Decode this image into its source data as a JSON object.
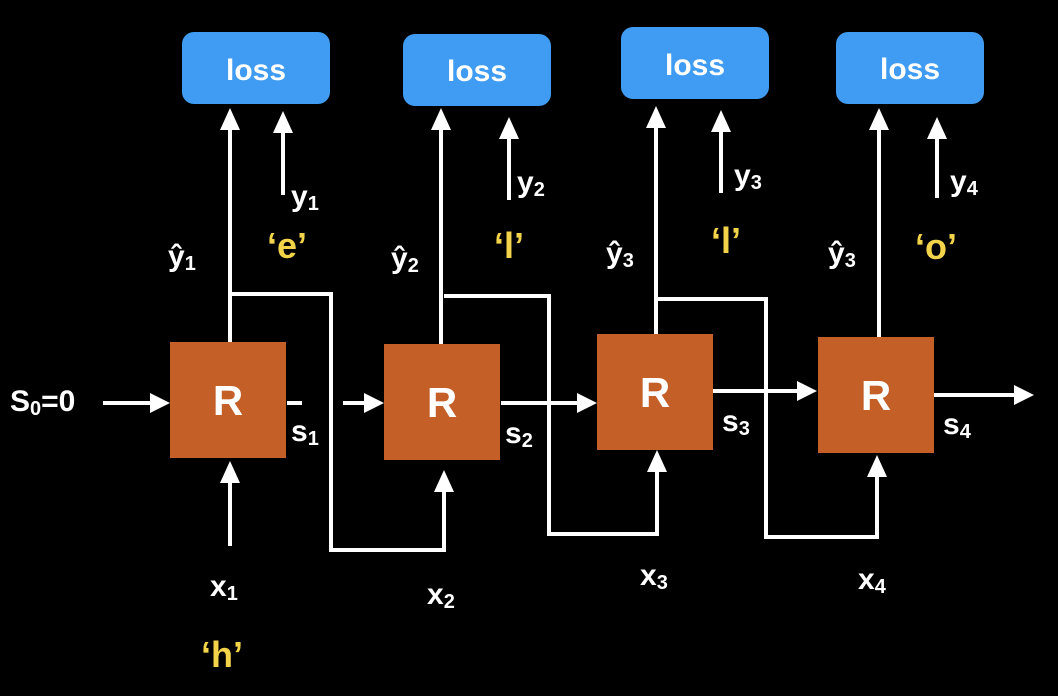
{
  "loss_labels": [
    "loss",
    "loss",
    "loss",
    "loss"
  ],
  "cell_label": "R",
  "initial_state": {
    "base": "S",
    "sub": "0",
    "suffix": "=0"
  },
  "states": [
    {
      "base": "s",
      "sub": "1"
    },
    {
      "base": "s",
      "sub": "2"
    },
    {
      "base": "s",
      "sub": "3"
    },
    {
      "base": "s",
      "sub": "4"
    }
  ],
  "inputs": [
    {
      "base": "x",
      "sub": "1"
    },
    {
      "base": "x",
      "sub": "2"
    },
    {
      "base": "x",
      "sub": "3"
    },
    {
      "base": "x",
      "sub": "4"
    }
  ],
  "predictions": [
    {
      "base": "ŷ",
      "sub": "1"
    },
    {
      "base": "ŷ",
      "sub": "2"
    },
    {
      "base": "ŷ",
      "sub": "3"
    },
    {
      "base": "ŷ",
      "sub": "3"
    }
  ],
  "targets": [
    {
      "base": "y",
      "sub": "1"
    },
    {
      "base": "y",
      "sub": "2"
    },
    {
      "base": "y",
      "sub": "3"
    },
    {
      "base": "y",
      "sub": "4"
    }
  ],
  "target_chars": [
    "‘e’",
    "‘l’",
    "‘l’",
    "‘o’"
  ],
  "input_char": "‘h’",
  "colors": {
    "loss": "#3f9cf2",
    "cell": "#c45f28",
    "char": "#f3d349",
    "line": "#ffffff",
    "background": "#000000"
  }
}
